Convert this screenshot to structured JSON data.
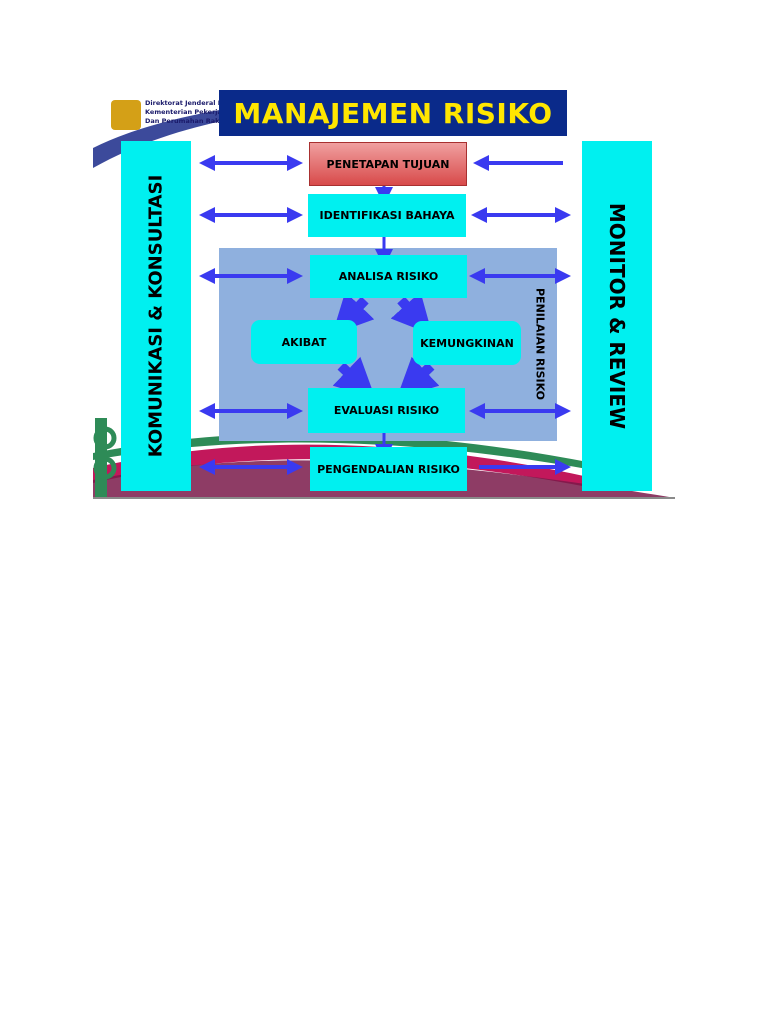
{
  "logo": {
    "icon": "pu-logo",
    "lines": [
      "Direktorat Jenderal Bina",
      "Kementerian Pekerjaan",
      "Dan Perumahan Rakyat"
    ]
  },
  "title": "MANAJEMEN RISIKO",
  "left_bar": "KOMUNIKASI & KONSULTASI",
  "right_bar": "MONITOR & REVIEW",
  "panel_label": "PENILAIAN RISIKO",
  "steps": {
    "penetapan": "PENETAPAN TUJUAN",
    "identifikasi": "IDENTIFIKASI BAHAYA",
    "analisa": "ANALISA RISIKO",
    "akibat": "AKIBAT",
    "kemungkinan": "KEMUNGKINAN",
    "evaluasi": "EVALUASI RISIKO",
    "pengendalian": "PENGENDALIAN RISIKO"
  },
  "colors": {
    "cyan_box": "#00f0f0",
    "title_bg": "#0a2a8a",
    "title_text": "#ffe600",
    "arrow": "#3a3af0",
    "panel": "#8fb0de",
    "red_box": "#d84a4a"
  }
}
